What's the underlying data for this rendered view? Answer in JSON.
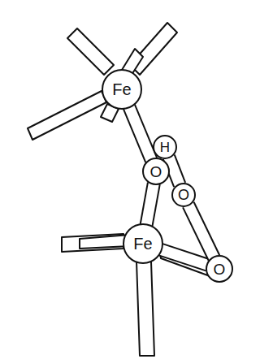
{
  "diagram": {
    "nodes": [
      {
        "text": [
          "Fe"
        ]
      },
      {
        "text": [
          "H"
        ]
      },
      {
        "text": [
          "O"
        ]
      },
      {
        "text": [
          "O"
        ]
      },
      {
        "text": [
          "Fe"
        ]
      },
      {
        "text": [
          "O"
        ]
      }
    ],
    "edges": [
      {
        "from": 0,
        "to": 2,
        "arrow": "none"
      },
      {
        "from": 2,
        "to": 4,
        "arrow": "none"
      },
      {
        "from": 4,
        "to": 5,
        "arrow": "none"
      },
      {
        "from": 5,
        "to": 3,
        "arrow": "none"
      },
      {
        "from": 3,
        "to": 1,
        "arrow": "none"
      }
    ]
  }
}
